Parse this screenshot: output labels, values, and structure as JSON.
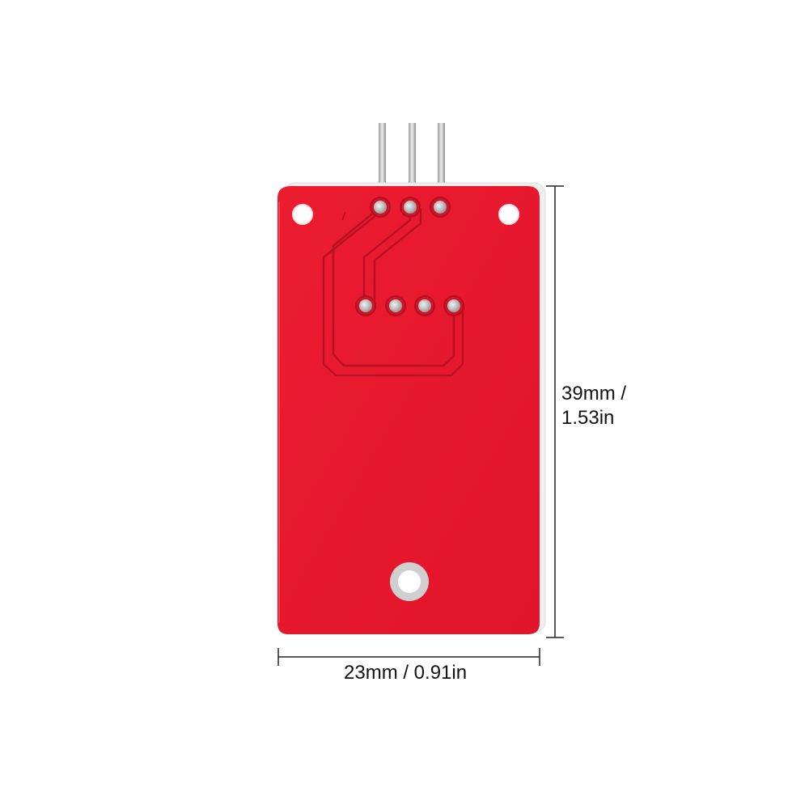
{
  "dimensions": {
    "height_line1": "39mm /",
    "height_line2": "1.53in",
    "width": "23mm / 0.91in"
  },
  "colors": {
    "pcb": "#e8192c",
    "pcb_edge": "#f1f1f1",
    "trace": "#a80d1c",
    "pad": "#cfcfcf",
    "pin": "#c9c9c9",
    "dimension_line": "#222222"
  }
}
